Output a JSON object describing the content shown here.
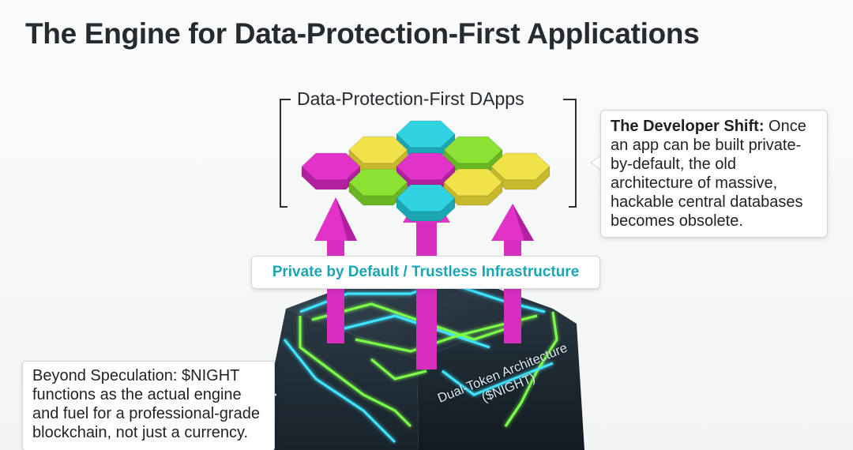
{
  "title": "The Engine for Data-Protection-First Applications",
  "dapps_label": "Data-Protection-First DApps",
  "developer_callout": {
    "lead": "The Developer Shift:",
    "body": " Once an app can be built private-by-default, the old architecture of massive, hackable central databases becomes obsolete."
  },
  "beyond_callout": "Beyond Speculation: $NIGHT functions as the actual engine and fuel for a professional-grade blockchain, not just a currency.",
  "pill_label": "Private by Default / Trustless Infrastructure",
  "platform_label": {
    "line1": "Dual-Token Architecture",
    "line2": "($NIGHT)"
  },
  "colors": {
    "magenta": "#e233c8",
    "yellow": "#f2e24a",
    "green": "#8be233",
    "cyan": "#2fd3e2",
    "teal_text": "#1aa5b4",
    "platform_dark": "#1e2a34",
    "circuit_green": "#7dff4a",
    "circuit_cyan": "#3fe6ff"
  }
}
